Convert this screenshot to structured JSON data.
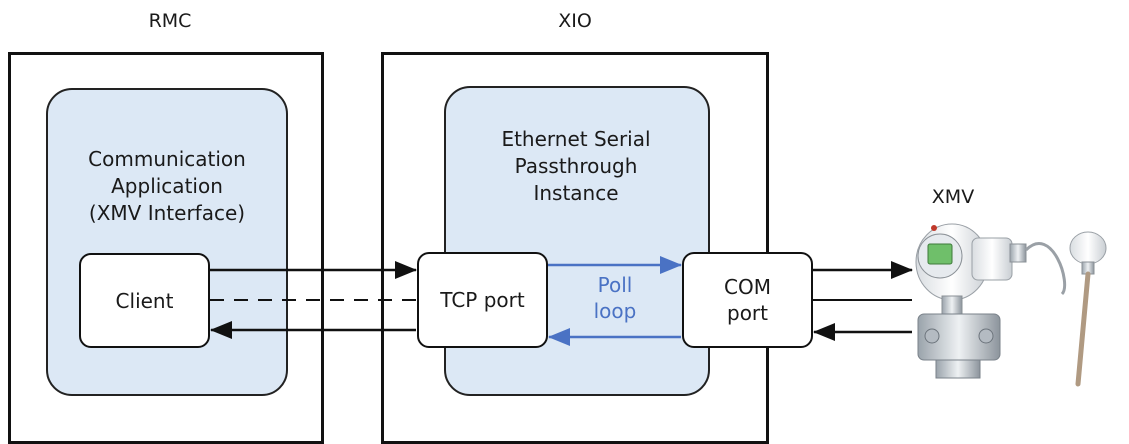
{
  "rmc": {
    "title": "RMC",
    "app_line1": "Communication",
    "app_line2": "Application",
    "app_line3": "(XMV Interface)",
    "client_label": "Client"
  },
  "xio": {
    "title": "XIO",
    "instance_line1": "Ethernet Serial",
    "instance_line2": "Passthrough",
    "instance_line3": "Instance",
    "tcp_label": "TCP port",
    "poll_line1": "Poll",
    "poll_line2": "loop",
    "com_line1": "COM",
    "com_line2": "port"
  },
  "xmv": {
    "title": "XMV"
  },
  "colors": {
    "panel_fill": "#dce8f5",
    "poll_blue": "#4a72c4",
    "line": "#111111"
  }
}
